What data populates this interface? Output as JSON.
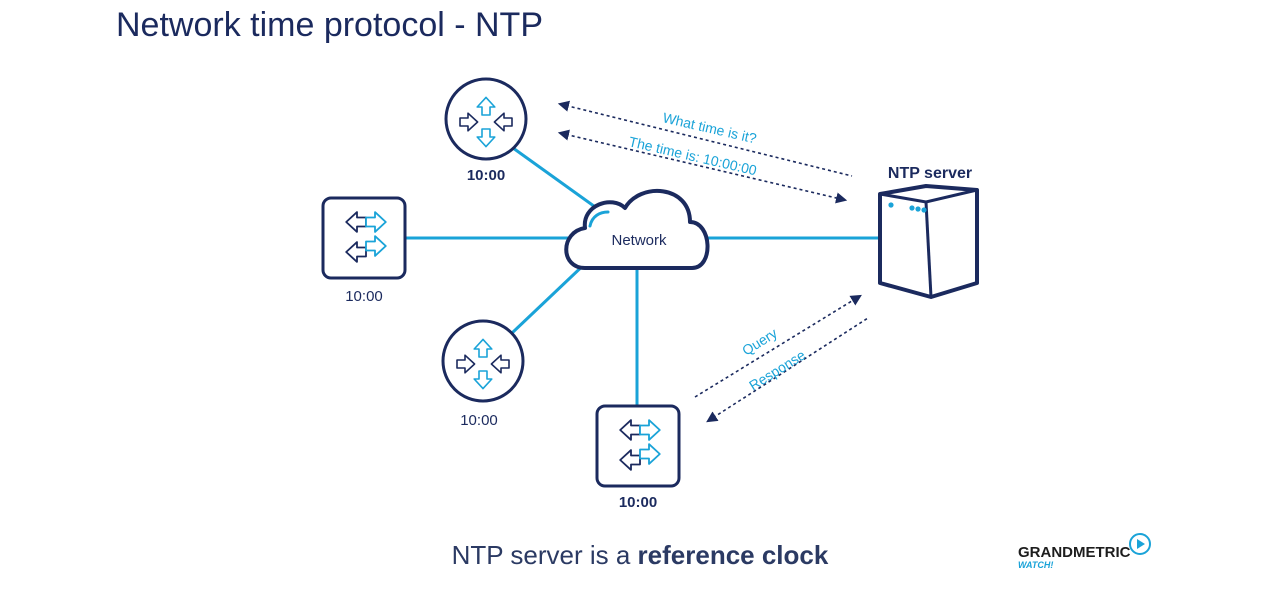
{
  "title": "Network time protocol - NTP",
  "cloud_label": "Network",
  "server_label": "NTP server",
  "device_times": {
    "router_top": "10:00",
    "switch_left": "10:00",
    "router_bottom": "10:00",
    "switch_bottom": "10:00"
  },
  "messages": {
    "question": "What time is it?",
    "answer": "The time is: 10:00:00",
    "query": "Query",
    "response": "Response"
  },
  "caption": {
    "prefix": "NTP server is a ",
    "bold": "reference clock"
  },
  "logo": {
    "name": "GRANDMETRIC",
    "tagline": "WATCH!"
  },
  "colors": {
    "navy": "#1b2a5e",
    "accent": "#1aa3d8"
  }
}
